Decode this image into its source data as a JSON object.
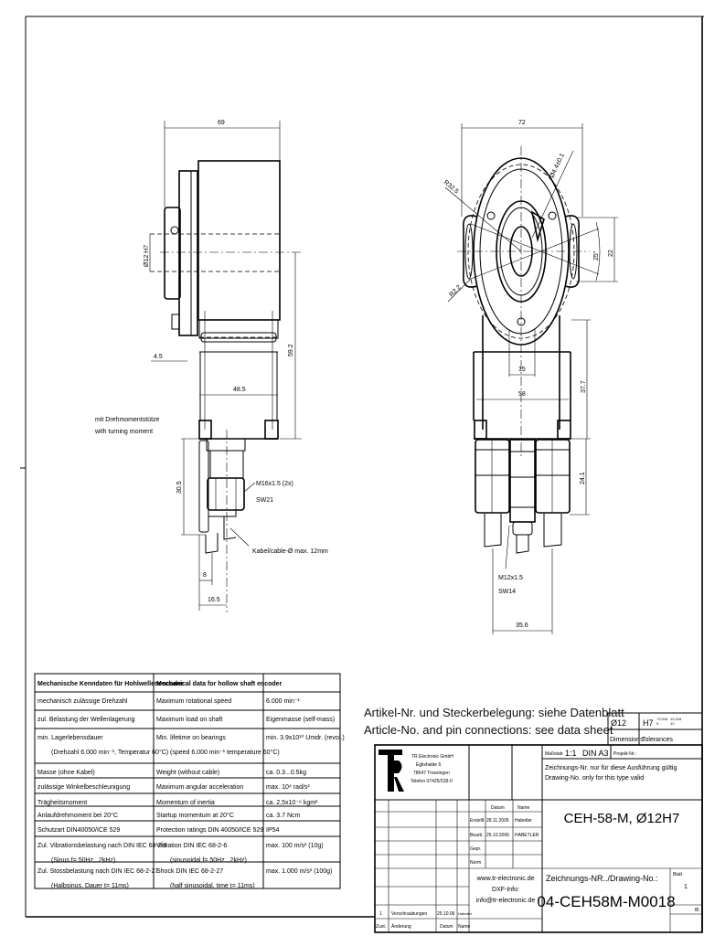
{
  "drawing": {
    "side_view": {
      "dim_overall_length": "69",
      "dim_bore": "Ø12 H7",
      "dim_flange": "4.5",
      "dim_height": "59.2",
      "dim_bracket_width": "48.5",
      "note_de": "mit Drehmomentstütze",
      "note_en": "with turning moment",
      "dim_connector_height": "30.5",
      "connector_thread": "M16x1.5 (2x)",
      "connector_wrench": "SW21",
      "cable_note": "Kabel/cable-Ø max. 12mm",
      "dim_8": "8",
      "dim_16_5": "16.5"
    },
    "front_view": {
      "dim_width": "72",
      "dim_r32_5": "R32.5",
      "dim_hole": "Ø4.4±0.1",
      "dim_r2_2": "R2.2",
      "dim_angle": "25°",
      "dim_22": "22",
      "dim_15": "15",
      "dim_58": "58",
      "dim_37_7": "37.7",
      "dim_24_1": "24.1",
      "connector_thread": "M12x1.5",
      "connector_wrench": "SW14",
      "dim_35_6": "35.6"
    }
  },
  "spec_table": {
    "header": {
      "de": "Mechanische Kenndaten für Hohlwellenencoder",
      "en": "Mechanical data for hollow shaft encoder",
      "val": ""
    },
    "rows": [
      {
        "de": [
          "mechanisch zulässige Drehzahl"
        ],
        "en": [
          "Maximum rotational speed"
        ],
        "val": "6.000 min⁻¹"
      },
      {
        "de": [
          "zul. Belastung der Wellenlagerung"
        ],
        "en": [
          "Maximum load on shaft"
        ],
        "val": "Eigenmasse (self-mass)"
      },
      {
        "de": [
          "min. Lagerlebensdauer",
          "(Drehzahl 6.000 min⁻¹, Temperatur 60°C)"
        ],
        "en": [
          "Min. lifetime on bearings",
          "(speed 6.000 min⁻¹ temperature 60°C)"
        ],
        "val": "min. 3.9x10¹⁰ Umdr. (revol.)"
      },
      {
        "de": [
          "Masse (ohne Kabel)"
        ],
        "en": [
          "Weight (without cable)"
        ],
        "val": "ca. 0.3...0.5kg"
      },
      {
        "de": [
          "zulässige Winkelbeschleunigung"
        ],
        "en": [
          "Maximum angular acceleration"
        ],
        "val": "max. 10⁴ rad/s²"
      },
      {
        "de": [
          "Trägheitsmoment"
        ],
        "en": [
          "Momentum of inertia"
        ],
        "val": "ca. 2,5x10⁻⁶ kgm²"
      },
      {
        "de": [
          "Anlaufdrehmoment bei 20°C"
        ],
        "en": [
          "Startup momentum at 20°C"
        ],
        "val": "ca. 3.7 Ncm"
      },
      {
        "de": [
          "Schutzart DIN40050/ICE 529"
        ],
        "en": [
          "Protection ratings DIN 40050/ICE 529"
        ],
        "val": "IP54"
      },
      {
        "de": [
          "Zul. Vibrationsbelastung nach DIN IEC 68-2-6",
          "(Sinus f= 50Hz...2kHz)"
        ],
        "en": [
          "Vibration DIN IEC 68-2-6",
          "(sinusoidal  f= 50Hz...2kHz)"
        ],
        "val": "max. 100 m/s² (10g)"
      },
      {
        "de": [
          "Zul. Stossbelastung nach DIN IEC 68-2-27",
          "(Halbsinus, Dauer t= 11ms)"
        ],
        "en": [
          "Shock DIN IEC 68-2-27",
          "(half sinusoidal, time t= 11ms)"
        ],
        "val": "max. 1.000 m/s² (100g)"
      }
    ]
  },
  "notes": {
    "line1": "Artikel-Nr. und Steckerbelegung: siehe Datenblatt",
    "line2": "Article-No. and pin connections: see data sheet"
  },
  "tolerance_box": {
    "dimension": "Ø12",
    "tolerance": "H7",
    "tol_upper": "+0.018",
    "tol_lower": "0",
    "tol_right_top": "12,018",
    "tol_right_bottom": "12",
    "label_dimensions": "Dimensions",
    "label_tolerances": "Tolerances"
  },
  "title_block": {
    "company": [
      "TR Electronic GmbH",
      "Eglishalde 6",
      "78647 Trossingen",
      "Telefon 07425/228-0"
    ],
    "logo_text": "TR",
    "scale_label": "Maßstab",
    "scale_value": "1:1",
    "format": "DIN A3",
    "project_label": "Projekt-Nr.:",
    "validity_de": "Zeichnungs-Nr. nur für diese Ausführung gültig",
    "validity_en": "Drawing-No. only for this type valid",
    "col_date": "Datum",
    "col_name": "Name",
    "created_label": "Erstellt",
    "created_date": "28.11.2005",
    "created_name": "Habetler",
    "edited_label": "Bearb.",
    "edited_date": "25.10.2006",
    "edited_name": "HABETLER",
    "checked_label": "Gepr.",
    "norm_label": "Norm",
    "title": "CEH-58-M, Ø12H7",
    "website": "www.tr-electronic.de",
    "dxf_label": "DXF-Info:",
    "email": "info@tr-electronic.de",
    "drawing_no_label": "Zeichnungs-NR../Drawing-No.:",
    "drawing_no": "04-CEH58M-M0018",
    "sheet_label": "Blatt",
    "sheet_value": "1",
    "sheets_label": "Bl.",
    "revision": {
      "index": "1",
      "change": "Verschraubungen",
      "date": "25.10.06",
      "name": "Habetler"
    },
    "rev_header": {
      "index": "Zust.",
      "change": "Änderung",
      "date": "Datum",
      "name": "Name"
    }
  }
}
